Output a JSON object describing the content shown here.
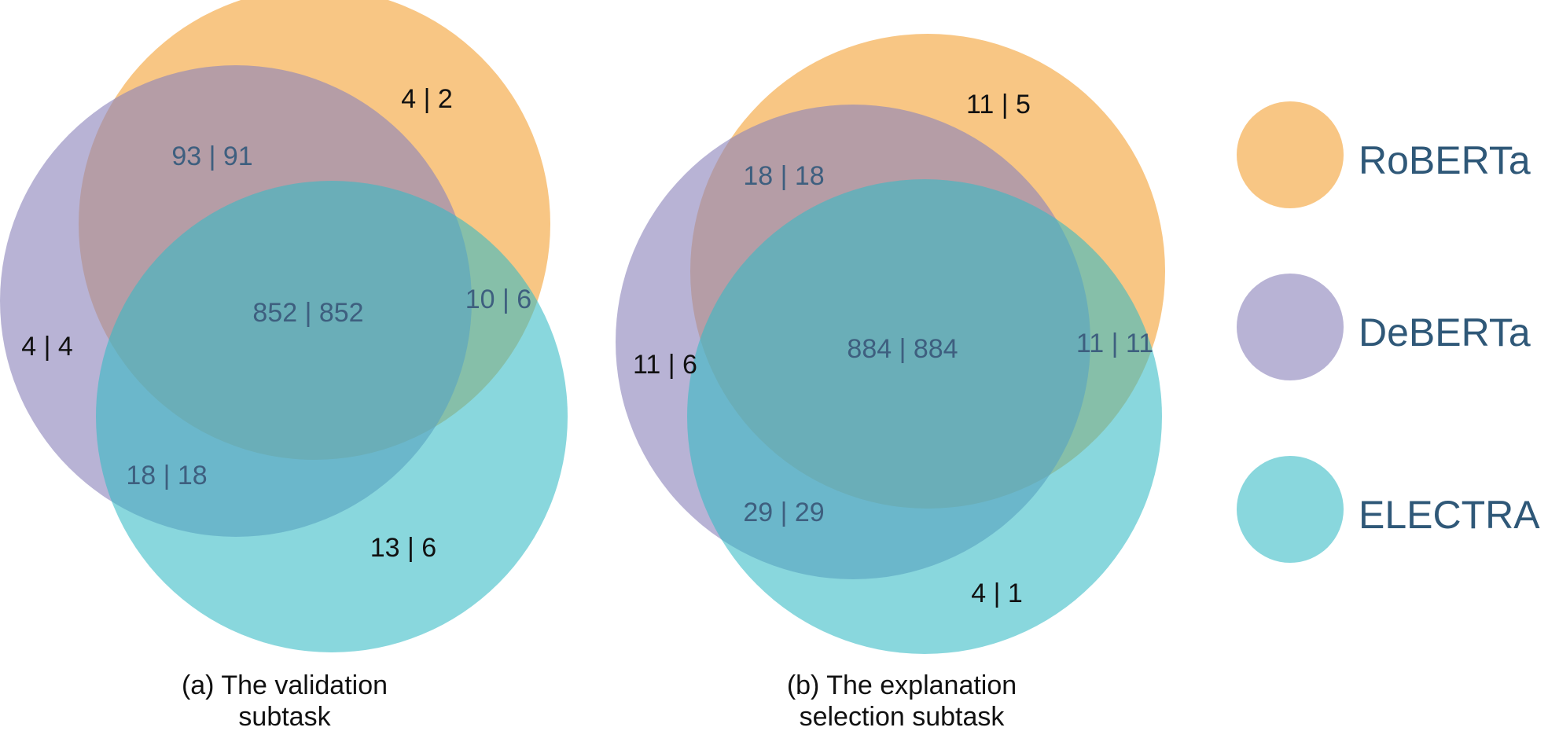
{
  "colors": {
    "roberta": "#F4A742",
    "deberta": "#8C84BC",
    "electra": "#34BAC4",
    "inner_label": "#3E5F7F",
    "outer_label": "#111111",
    "legend_text": "#2F5878"
  },
  "legend": {
    "items": [
      {
        "label": "RoBERTa",
        "color_key": "roberta"
      },
      {
        "label": "DeBERTa",
        "color_key": "deberta"
      },
      {
        "label": "ELECTRA",
        "color_key": "electra"
      }
    ]
  },
  "diagrams": [
    {
      "caption_line1": "(a) The validation",
      "caption_line2": "subtask",
      "regions": {
        "roberta_only": "4 | 2",
        "deberta_only": "4 | 4",
        "electra_only": "13 | 6",
        "roberta_deberta": "93 | 91",
        "roberta_electra": "10 | 6",
        "deberta_electra": "18 | 18",
        "all_three": "852 | 852"
      }
    },
    {
      "caption_line1": "(b) The explanation",
      "caption_line2": "selection subtask",
      "regions": {
        "roberta_only": "11 | 5",
        "deberta_only": "11 | 6",
        "electra_only": "4 | 1",
        "roberta_deberta": "18 | 18",
        "roberta_electra": "11 | 11",
        "deberta_electra": "29 | 29",
        "all_three": "884 | 884"
      }
    }
  ]
}
